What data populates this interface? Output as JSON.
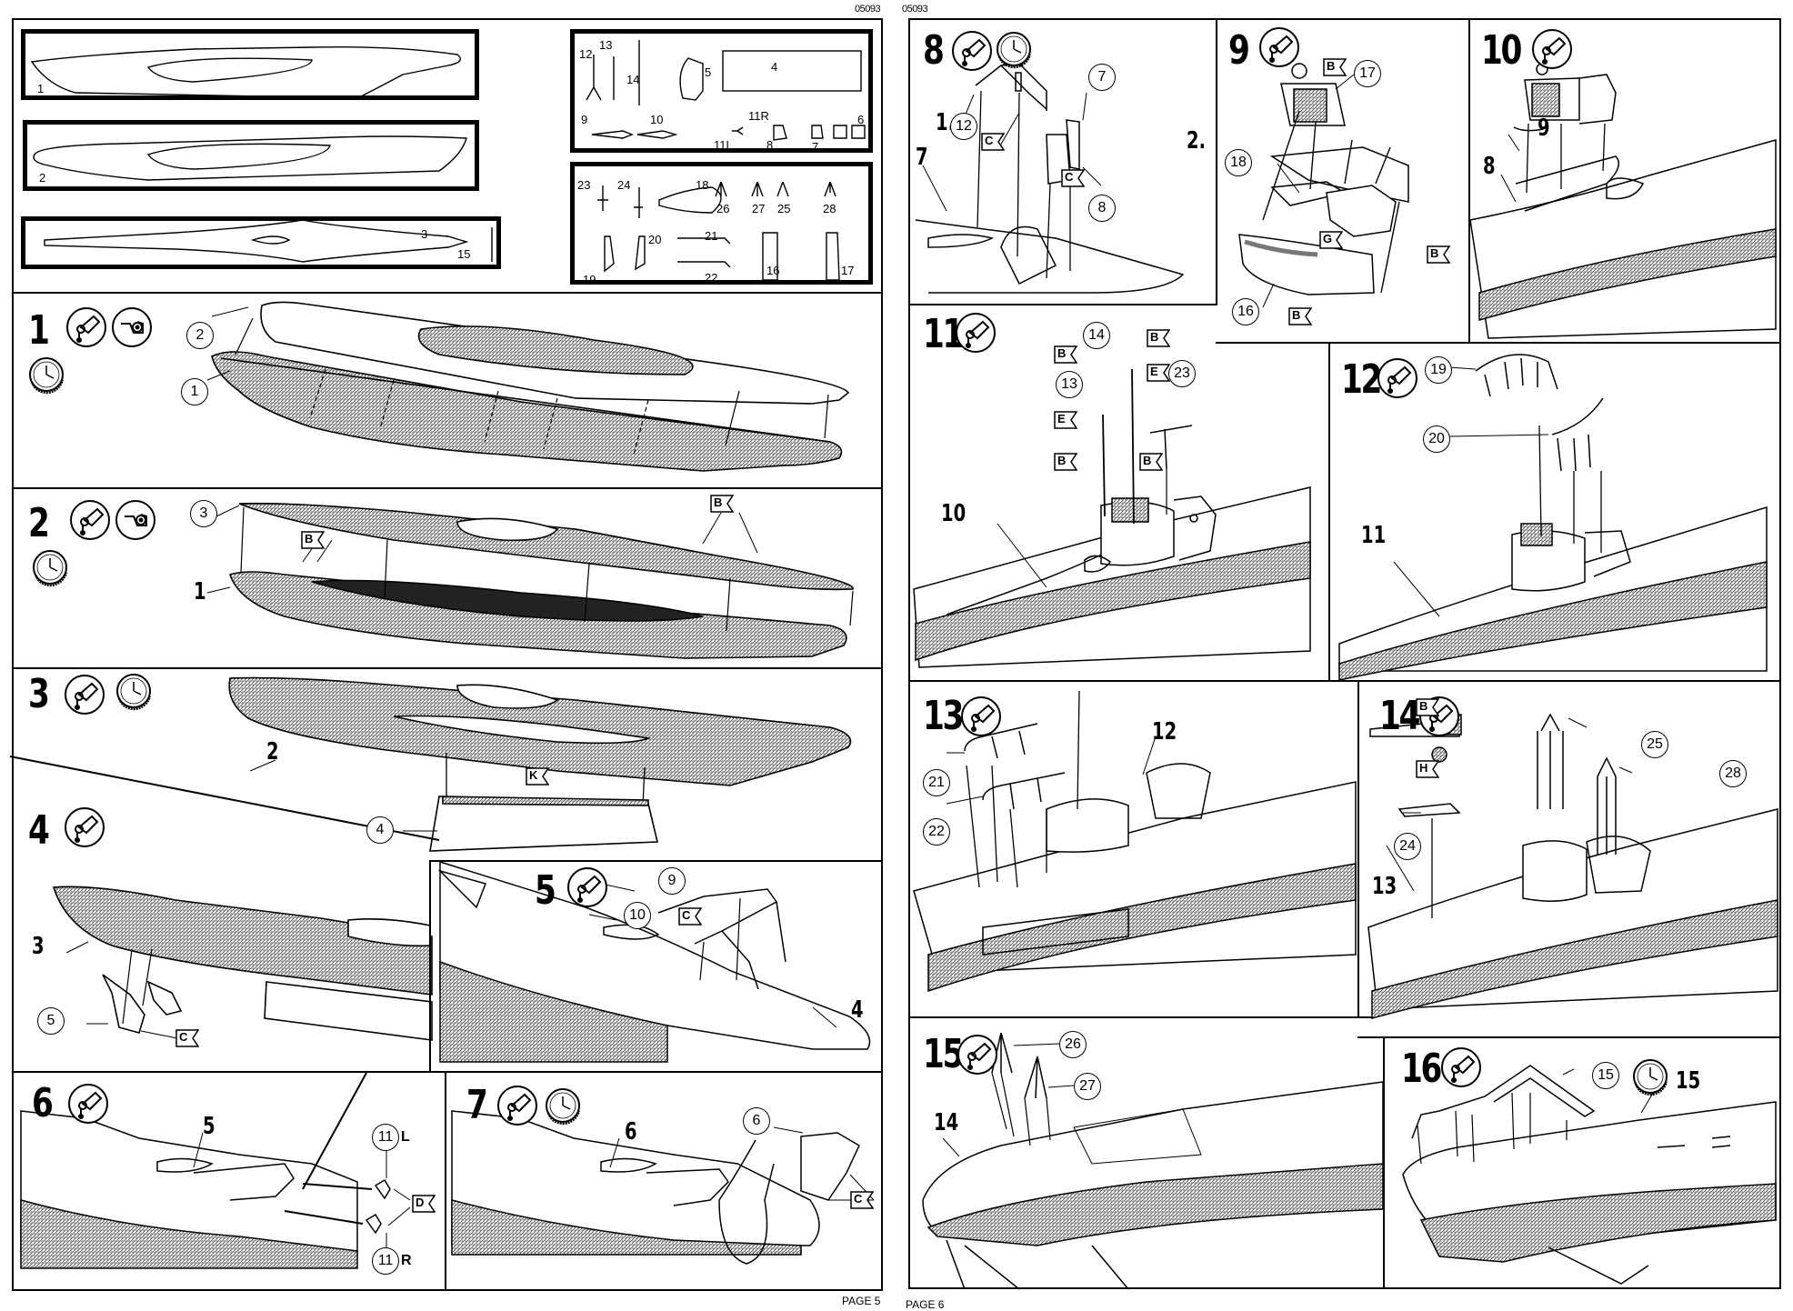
{
  "document": {
    "kit_code_left": "05093",
    "kit_code_right": "05093",
    "page_left": "PAGE 5",
    "page_right": "PAGE 6"
  },
  "icons": {
    "glue": "glue-tube-icon",
    "tape": "tape-dispenser-icon",
    "clock": "drying-time-clock-icon"
  },
  "sprues": {
    "hull_parts": [
      {
        "label": "1"
      },
      {
        "label": "2"
      },
      {
        "label": "3"
      },
      {
        "label": "15"
      }
    ],
    "small_parts_a": [
      "12",
      "13",
      "14",
      "5",
      "4",
      "9",
      "10",
      "11L",
      "11R",
      "8",
      "7",
      "6"
    ],
    "small_parts_b": [
      "23",
      "24",
      "18",
      "26",
      "27",
      "25",
      "28",
      "19",
      "20",
      "21",
      "22",
      "16",
      "17"
    ]
  },
  "steps": [
    {
      "number": "1",
      "icons": [
        "glue",
        "tape",
        "clock"
      ],
      "callouts": [
        "2",
        "1"
      ],
      "flags": []
    },
    {
      "number": "2",
      "icons": [
        "glue",
        "tape",
        "clock"
      ],
      "callouts": [
        "3"
      ],
      "refs": [
        "1"
      ],
      "flags": [
        "B",
        "B"
      ]
    },
    {
      "number": "3",
      "icons": [
        "glue",
        "clock"
      ],
      "callouts": [
        "4"
      ],
      "refs": [
        "2"
      ],
      "flags": [
        "K"
      ]
    },
    {
      "number": "4",
      "icons": [
        "glue"
      ],
      "callouts": [
        "5"
      ],
      "refs": [
        "3"
      ],
      "flags": [
        "C"
      ]
    },
    {
      "number": "5",
      "icons": [
        "glue"
      ],
      "callouts": [
        "9",
        "10"
      ],
      "refs": [
        "4"
      ],
      "flags": [
        "C"
      ]
    },
    {
      "number": "6",
      "icons": [
        "glue"
      ],
      "callouts": [
        "11",
        "11"
      ],
      "sides": [
        "L",
        "R"
      ],
      "refs": [
        "5"
      ],
      "flags": [
        "D"
      ]
    },
    {
      "number": "7",
      "icons": [
        "glue",
        "clock"
      ],
      "callouts": [
        "6"
      ],
      "refs": [
        "6"
      ],
      "flags": [
        "C"
      ]
    },
    {
      "number": "8",
      "icons": [
        "glue",
        "clock"
      ],
      "callouts": [
        "12",
        "7",
        "8"
      ],
      "refs": [
        "7"
      ],
      "order": [
        "1.",
        "2."
      ],
      "flags": [
        "C",
        "C"
      ]
    },
    {
      "number": "9",
      "icons": [
        "glue"
      ],
      "callouts": [
        "17",
        "18",
        "16"
      ],
      "flags": [
        "B",
        "G",
        "B",
        "B"
      ]
    },
    {
      "number": "10",
      "icons": [
        "glue"
      ],
      "refs": [
        "9",
        "8"
      ],
      "flags": []
    },
    {
      "number": "11",
      "icons": [
        "glue"
      ],
      "callouts": [
        "14",
        "13",
        "23"
      ],
      "refs": [
        "10"
      ],
      "flags": [
        "B",
        "B",
        "E",
        "E",
        "B",
        "B"
      ]
    },
    {
      "number": "12",
      "icons": [
        "glue"
      ],
      "callouts": [
        "19",
        "20"
      ],
      "refs": [
        "11"
      ],
      "flags": []
    },
    {
      "number": "13",
      "icons": [
        "glue"
      ],
      "callouts": [
        "21",
        "22"
      ],
      "refs": [
        "12"
      ],
      "flags": []
    },
    {
      "number": "14",
      "icons": [
        "glue"
      ],
      "callouts": [
        "25",
        "28",
        "24"
      ],
      "refs": [
        "13"
      ],
      "flags": [
        "B",
        "H"
      ]
    },
    {
      "number": "15",
      "icons": [
        "glue"
      ],
      "callouts": [
        "26",
        "27"
      ],
      "refs": [
        "14"
      ],
      "flags": []
    },
    {
      "number": "16",
      "icons": [
        "glue",
        "clock"
      ],
      "callouts": [
        "15"
      ],
      "refs": [
        "15"
      ],
      "flags": []
    }
  ]
}
